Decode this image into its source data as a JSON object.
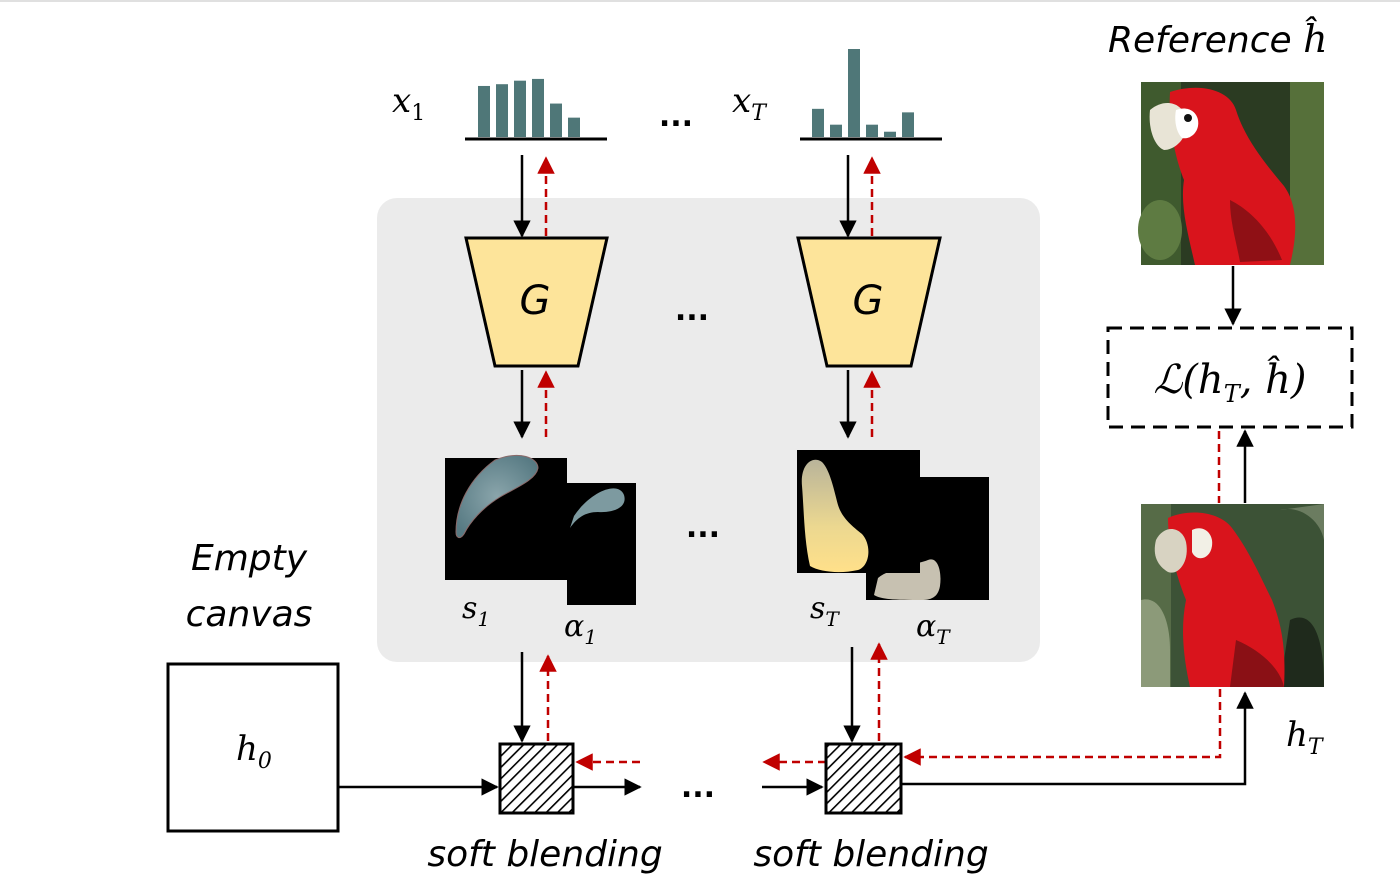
{
  "inputs": {
    "first": {
      "label": "x",
      "sub": "1",
      "hist": [
        0.58,
        0.6,
        0.64,
        0.66,
        0.38,
        0.22
      ]
    },
    "last": {
      "label": "x",
      "sub": "T",
      "hist": [
        0.32,
        0.14,
        1.0,
        0.14,
        0.06,
        0.28
      ]
    },
    "ellipsis": "..."
  },
  "generator": {
    "label": "G",
    "ellipsis": "..."
  },
  "outputs": {
    "s1": {
      "label": "s",
      "sub": "1"
    },
    "a1": {
      "label": "α",
      "sub": "1"
    },
    "sT": {
      "label": "s",
      "sub": "T"
    },
    "aT": {
      "label": "α",
      "sub": "T"
    },
    "ellipsis": "..."
  },
  "canvas": {
    "caption_line1": "Empty",
    "caption_line2": "canvas",
    "label": "h",
    "sub": "0"
  },
  "blending": {
    "left_caption": "soft blending",
    "right_caption": "soft blending",
    "ellipsis": "..."
  },
  "reference": {
    "title": "Reference ",
    "symbol": "ĥ"
  },
  "loss": {
    "text_pre": "ℒ(h",
    "text_sub": "T",
    "text_post": ", ĥ)"
  },
  "result": {
    "label": "h",
    "sub": "T"
  },
  "colors": {
    "forward": "#000000",
    "backward": "#c00000",
    "generator_fill": "#fde49a",
    "panel_fill": "#ebebeb",
    "histogram": "#4f7778",
    "parrot_red": "#d9141c"
  }
}
